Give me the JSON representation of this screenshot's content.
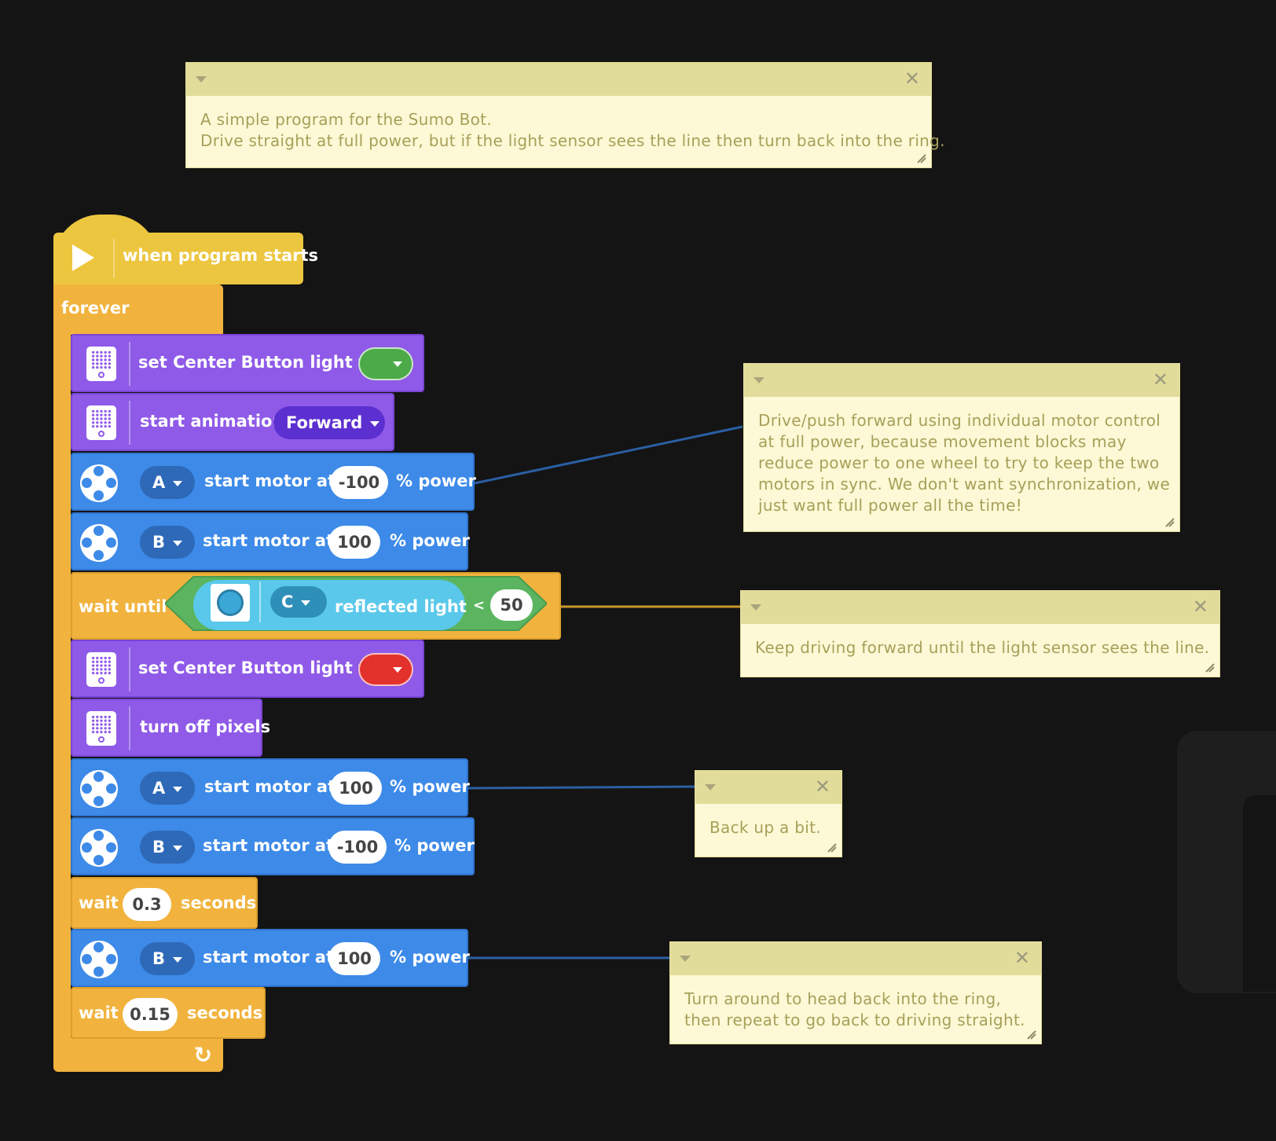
{
  "comments": [
    {
      "id": "intro",
      "lines": [
        "A simple program for the Sumo Bot.",
        "Drive straight at full power, but if the light sensor sees the line then turn back into the ring."
      ]
    },
    {
      "id": "drive",
      "lines": [
        "Drive/push forward using individual motor control",
        "at full power, because movement blocks may",
        "reduce power to one wheel to try to keep the two",
        "motors in sync. We don't want synchronization, we",
        "just want full power all the time!"
      ]
    },
    {
      "id": "wait",
      "lines": [
        "Keep driving forward until the light sensor sees the line."
      ]
    },
    {
      "id": "backup",
      "lines": [
        "Back up a bit."
      ]
    },
    {
      "id": "turn",
      "lines": [
        "Turn around to head back into the ring,",
        "then repeat to go back to driving straight."
      ]
    }
  ],
  "colors": {
    "background": "#141414",
    "events": "#ecc63f",
    "control": "#f1b33d",
    "light": "#8f5ae8",
    "motors": "#3d8ae8",
    "operators": "#5bb560",
    "sensors": "#5ac8ea",
    "comment_body": "#fdf8d5",
    "comment_header": "#e2dc9a",
    "link_blue": "#2a5fa3",
    "link_orange": "#c8962b",
    "green_light": "#4caa48",
    "red_light": "#e3312b",
    "animation_dropdown": "#5c2fd0"
  },
  "blocks": {
    "hat": {
      "label": "when program starts",
      "icon": "play-icon"
    },
    "forever": {
      "label": "forever",
      "icon": "loop-arrow-icon"
    },
    "set_light_1": {
      "label": "set Center Button light to",
      "value": "green"
    },
    "start_anim": {
      "label": "start animation",
      "value": "Forward"
    },
    "motor_a_1": {
      "port": "A",
      "label": "start motor at",
      "value": "-100",
      "suffix": "% power"
    },
    "motor_b_1": {
      "port": "B",
      "label": "start motor at",
      "value": "100",
      "suffix": "% power"
    },
    "wait_until": {
      "label": "wait until",
      "sensor_port": "C",
      "sensor_label": "reflected light",
      "operator": "<",
      "value": "50"
    },
    "set_light_2": {
      "label": "set Center Button light to",
      "value": "red"
    },
    "turn_off": {
      "label": "turn off pixels"
    },
    "motor_a_2": {
      "port": "A",
      "label": "start motor at",
      "value": "100",
      "suffix": "% power"
    },
    "motor_b_2": {
      "port": "B",
      "label": "start motor at",
      "value": "-100",
      "suffix": "% power"
    },
    "wait_1": {
      "label": "wait",
      "value": "0.3",
      "suffix": "seconds"
    },
    "motor_b_3": {
      "port": "B",
      "label": "start motor at",
      "value": "100",
      "suffix": "% power"
    },
    "wait_2": {
      "label": "wait",
      "value": "0.15",
      "suffix": "seconds"
    }
  }
}
